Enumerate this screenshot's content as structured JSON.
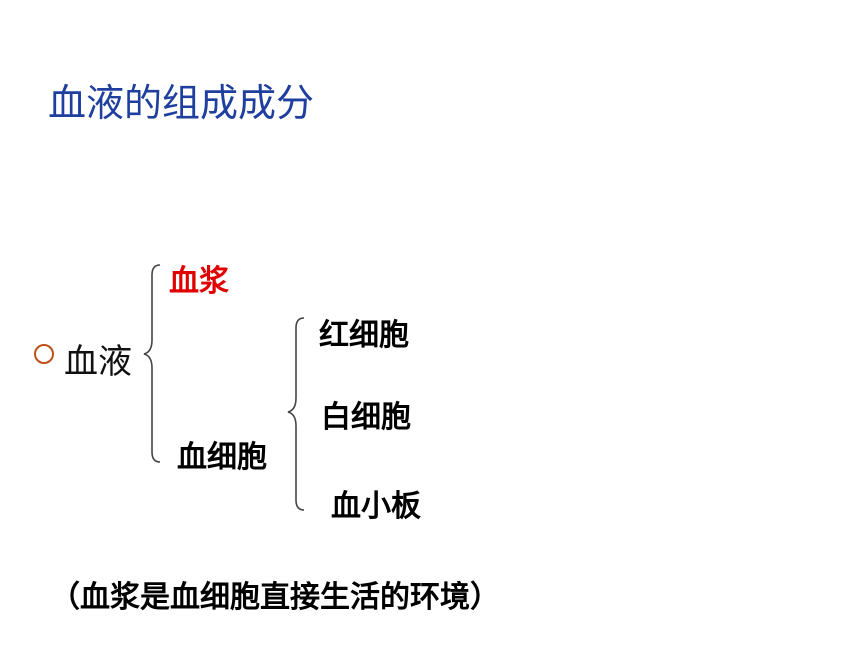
{
  "title": "血液的组成成分",
  "tree": {
    "root": "血液",
    "plasma": "血浆",
    "cells": "血细胞",
    "cell_types": {
      "rbc": "红细胞",
      "wbc": "白细胞",
      "platelet": "血小板"
    }
  },
  "note": "（血浆是血细胞直接生活的环境）",
  "colors": {
    "title": "#1f3f9f",
    "plasma": "#e00000",
    "bullet": "#c0501a"
  }
}
